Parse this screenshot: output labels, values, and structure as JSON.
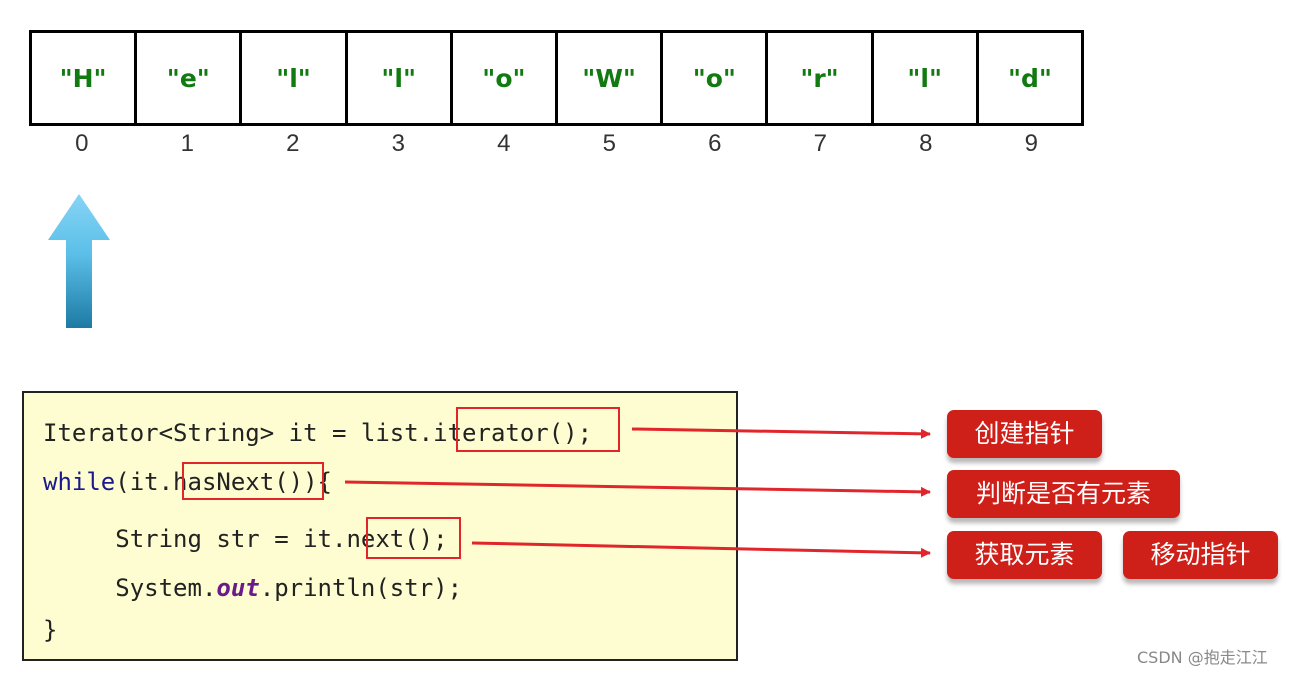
{
  "array": {
    "cells": [
      "\"H\"",
      "\"e\"",
      "\"l\"",
      "\"l\"",
      "\"o\"",
      "\"W\"",
      "\"o\"",
      "\"r\"",
      "\"l\"",
      "\"d\""
    ],
    "indices": [
      "0",
      "1",
      "2",
      "3",
      "4",
      "5",
      "6",
      "7",
      "8",
      "9"
    ],
    "pointer_index": 0
  },
  "code": {
    "line1": {
      "pre": "Iterator<String> it = list.",
      "call": "iterator()",
      "post": ";"
    },
    "line2": {
      "keyword": "while",
      "pre": "(it.",
      "call": "hasNext()",
      "post": "){"
    },
    "line3": {
      "pre": "     String str = it.",
      "call": "next()",
      "post": ";"
    },
    "line4": {
      "pre": "     System.",
      "field": "out",
      "post": ".println(str);"
    },
    "line5": "}"
  },
  "labels": {
    "create_pointer": "创建指针",
    "has_next": "判断是否有元素",
    "get_element": "获取元素",
    "move_pointer": "移动指针"
  },
  "colors": {
    "element_text": "#117a11",
    "code_background": "#fdfdd1",
    "highlight": "#e0262b",
    "label_background": "#cf1f19",
    "pointer_arrow": "#5bbfe8"
  },
  "watermark": "CSDN @抱走江江"
}
